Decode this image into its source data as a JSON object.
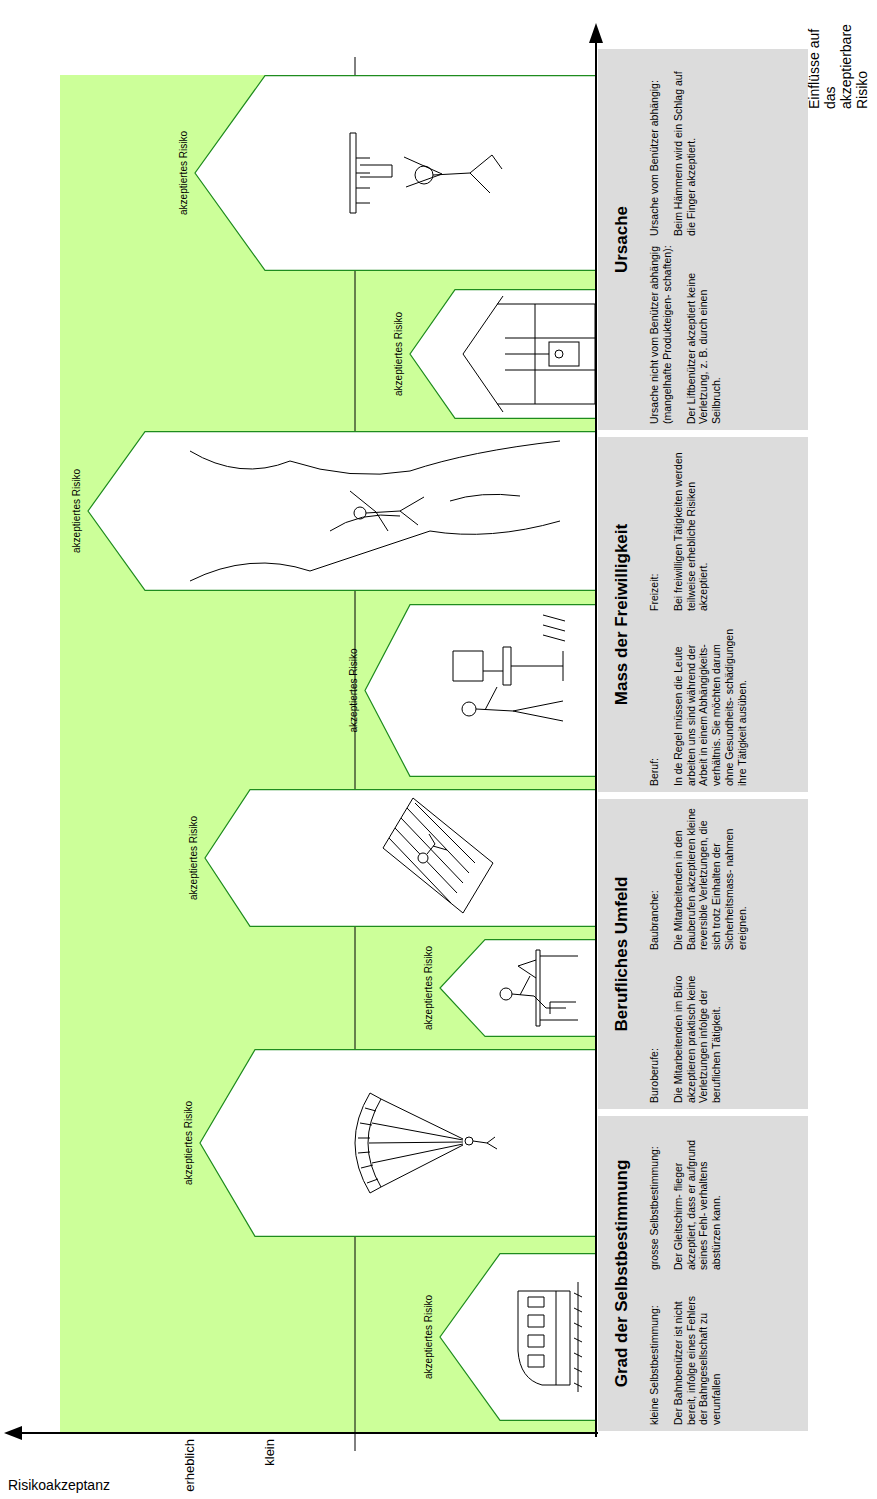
{
  "diagram": {
    "nodes": [
      {
        "text": [
          "akzeptiertes Risiko"
        ]
      },
      {
        "text": [
          "akzeptiertes Risiko"
        ]
      },
      {
        "text": [
          "akzeptiertes Risiko"
        ]
      },
      {
        "text": [
          "akzeptiertes Risiko"
        ]
      },
      {
        "text": [
          "akzeptiertes Risiko"
        ]
      },
      {
        "text": [
          "akzeptiertes Risiko"
        ]
      },
      {
        "text": [
          "akzeptiertes Risiko"
        ]
      },
      {
        "text": [
          "akzeptiertes Risiko"
        ]
      },
      {
        "text": [
          "Grad der Selbstbestimmung",
          "kleine Selbstbestimmung:",
          "Der Bahnbenützer ist nicht bereit, infolge eines Fehlers der Bahngesellschaft zu verunfallen",
          "grosse Selbstbestimmung:",
          "Der Gleitschirm- flieger akzeptiert, dass er aufgrund seines Fehl- verhaltens abstürzen kann."
        ]
      },
      {
        "text": [
          "Berufliches Umfeld",
          "Buroberufe:",
          "Die Mitarbeitenden im Büro akzeptieren praktisch keine Verletzungen infolge der beruflichen Tätigkeit.",
          "Baubranche:",
          "Die Mitarbeitenden in den Bauberufen akzeptieren kleine reversible Verletzungen, die sich trotz Einhalten der Sicherheitsmass- nahmen ereignen."
        ]
      },
      {
        "text": [
          "Mass der Freiwilligkeit",
          "Beruf:",
          "In de Regel müssen die Leute arbeiten uns sind während der Arbeit in einem Abhängigkeits- verhältnis. Sie möchten darum ohne Gesundheits- schädigungen ihre Tätigkeit ausüben.",
          "Freizeit:",
          "Bei freiwilligen Tätigkeiten werden teilweise erhebliche Risiken akzeptiert."
        ]
      },
      {
        "text": [
          "Ursache",
          "Ursache nicht vom Benützer abhängig (mangelhafte Produkteigen- schaften):",
          "Der Liftbenützer akzeptiert keine Verletzung, z. B. durch einen Seilbruch.",
          "Ursache vom Benützer abhängig:",
          "Beim Hämmern wird ein Schlag auf die Finger akzeptiert."
        ]
      }
    ],
    "labels": [
      "Risikoakzeptanz",
      "erheblich",
      "klein",
      "Einflüsse auf das akzeptierbare Risiko"
    ]
  }
}
